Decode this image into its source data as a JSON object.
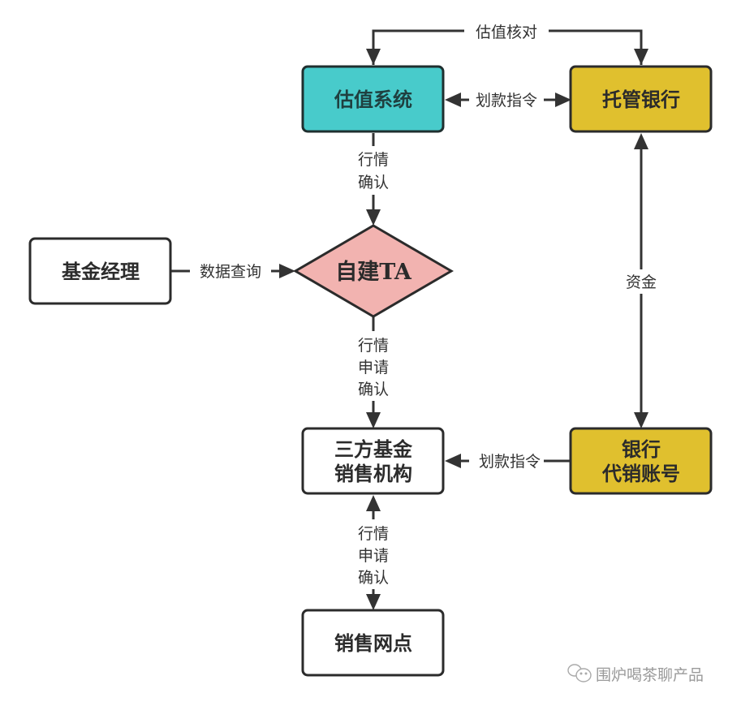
{
  "colors": {
    "teal": "#48CBCB",
    "gold": "#E0C02E",
    "pink": "#F2B3B0",
    "white": "#FFFFFF",
    "stroke": "#2B2B2B",
    "line": "#333333",
    "watermark": "#9A9A9A"
  },
  "nodes": {
    "valuation_system": {
      "label": "估值系统"
    },
    "custodian_bank": {
      "label": "托管银行"
    },
    "fund_manager": {
      "label": "基金经理"
    },
    "self_built_ta": {
      "label": "自建TA"
    },
    "third_party_sales": {
      "lines": [
        "三方基金",
        "销售机构"
      ]
    },
    "bank_agency_account": {
      "lines": [
        "银行",
        "代销账号"
      ]
    },
    "sales_outlet": {
      "label": "销售网点"
    }
  },
  "edges": {
    "valuation_check": {
      "label": "估值核对"
    },
    "transfer_instruction_top": {
      "label": "划款指令"
    },
    "market_confirm": {
      "lines": [
        "行情",
        "确认"
      ]
    },
    "data_query": {
      "label": "数据查询"
    },
    "funds": {
      "label": "资金"
    },
    "ta_to_sales": {
      "lines": [
        "行情",
        "申请",
        "确认"
      ]
    },
    "transfer_instruction_bottom": {
      "label": "划款指令"
    },
    "sales_to_outlet": {
      "lines": [
        "行情",
        "申请",
        "确认"
      ]
    }
  },
  "watermark": {
    "text": "围炉喝茶聊产品",
    "icon": "wechat-icon"
  }
}
